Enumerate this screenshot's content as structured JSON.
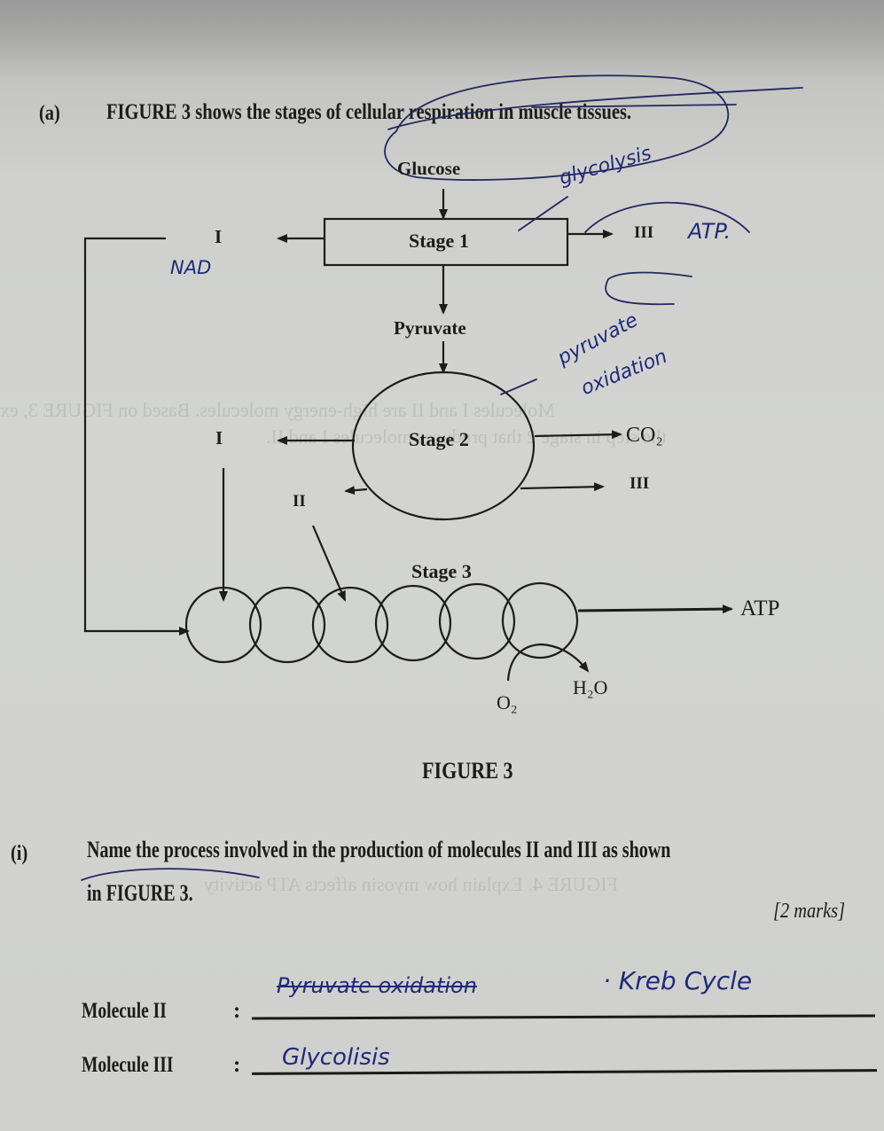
{
  "question_a": {
    "label": "(a)",
    "intro_bold": "FIGURE 3",
    "intro_rest": "shows the stages of cellular respiration in muscle tissues."
  },
  "figure": {
    "caption": "FIGURE 3",
    "nodes": {
      "glucose": "Glucose",
      "stage1": "Stage 1",
      "pyruvate": "Pyruvate",
      "stage2": "Stage 2",
      "stage3": "Stage 3",
      "co2": "CO₂",
      "atp": "ATP",
      "o2": "O₂",
      "h2o": "H₂O"
    },
    "molecule_labels": {
      "stage1_left": "I",
      "stage1_right": "III",
      "stage2_left": "I",
      "stage2_lower_left": "II",
      "stage2_lower_right": "III"
    },
    "stage3_circle_count": 6
  },
  "handwritten_annotations": {
    "glycolysis_note": "glycolysis",
    "atp_note": "ATP.",
    "nad_note": "NAD",
    "pyruvate_oxidation_note_line1": "pyruvate",
    "pyruvate_oxidation_note_line2": "oxidation"
  },
  "question_i": {
    "label": "(i)",
    "text_line1": "Name the process involved in the production of molecules II and III as shown",
    "text_line2": "in FIGURE 3.",
    "marks": "[2 marks]"
  },
  "answers": [
    {
      "label": "Molecule II",
      "colon": ":",
      "struck_text": "Pyruvate oxidation",
      "handwritten_answer": "· Kreb Cycle"
    },
    {
      "label": "Molecule III",
      "colon": ":",
      "struck_text": "",
      "handwritten_answer": "Glycolisis"
    }
  ],
  "colors": {
    "ink_print": "#1c1c1c",
    "ink_pen": "#1f2a7a",
    "paper": "#d2d3d0"
  }
}
